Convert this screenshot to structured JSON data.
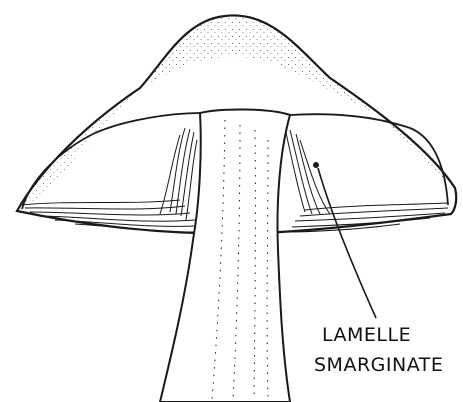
{
  "illustration": {
    "subject": "mushroom",
    "ink_color": "#1a1a1a",
    "background_color": "#ffffff"
  },
  "annotation": {
    "line1": "LAMELLE",
    "line2": "SMARGINATE"
  }
}
